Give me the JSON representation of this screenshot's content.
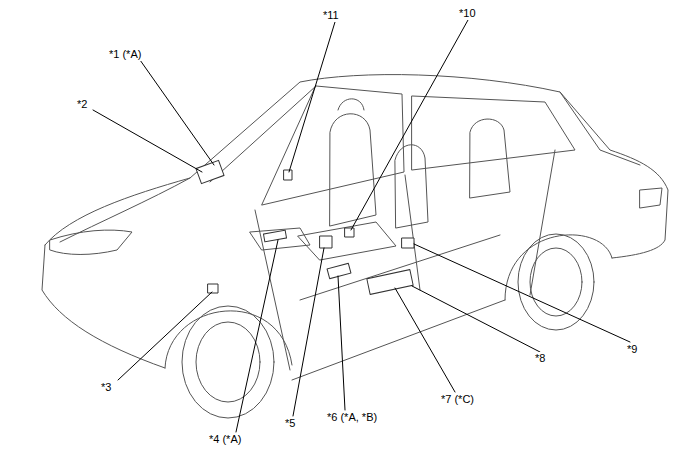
{
  "diagram": {
    "labels": [
      "*1 (*A)",
      "*2",
      "*3",
      "*4 (*A)",
      "*5",
      "*6 (*A, *B)",
      "*7 (*C)",
      "*8",
      "*9",
      "*10",
      "*11"
    ]
  }
}
